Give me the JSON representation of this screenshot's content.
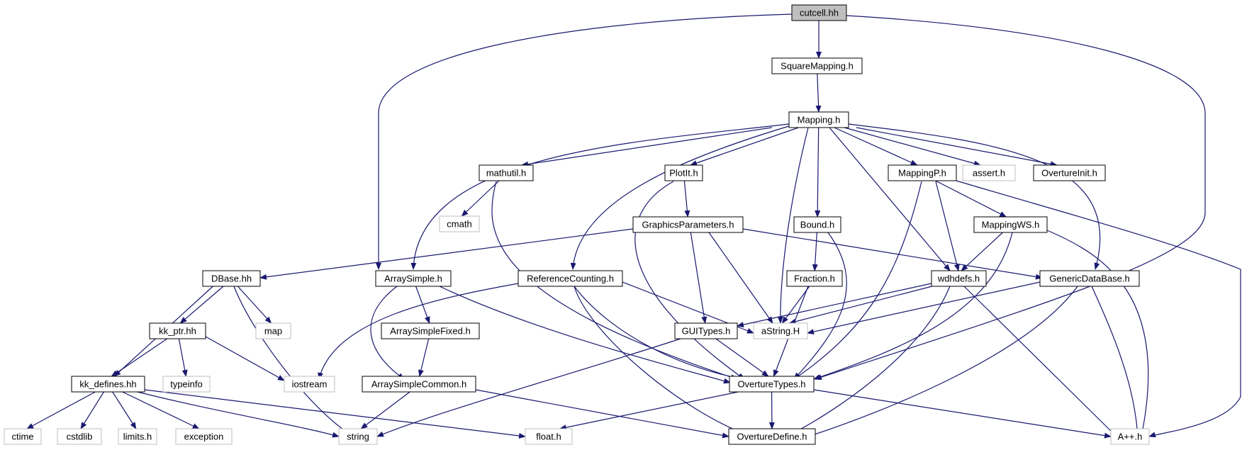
{
  "nodes": [
    {
      "id": "cutcell",
      "label": "cutcell.hh",
      "kind": "root"
    },
    {
      "id": "squaremapping",
      "label": "SquareMapping.h",
      "kind": "local"
    },
    {
      "id": "mapping",
      "label": "Mapping.h",
      "kind": "local"
    },
    {
      "id": "mathutil",
      "label": "mathutil.h",
      "kind": "local"
    },
    {
      "id": "plotit",
      "label": "PlotIt.h",
      "kind": "local"
    },
    {
      "id": "mappingp",
      "label": "MappingP.h",
      "kind": "local"
    },
    {
      "id": "assert",
      "label": "assert.h",
      "kind": "external"
    },
    {
      "id": "overtureinit",
      "label": "OvertureInit.h",
      "kind": "local"
    },
    {
      "id": "cmath",
      "label": "cmath",
      "kind": "external"
    },
    {
      "id": "graphicsparameters",
      "label": "GraphicsParameters.h",
      "kind": "local"
    },
    {
      "id": "bound",
      "label": "Bound.h",
      "kind": "local"
    },
    {
      "id": "mappingws",
      "label": "MappingWS.h",
      "kind": "local"
    },
    {
      "id": "dbase",
      "label": "DBase.hh",
      "kind": "local"
    },
    {
      "id": "arraysimple",
      "label": "ArraySimple.h",
      "kind": "local"
    },
    {
      "id": "referencecounting",
      "label": "ReferenceCounting.h",
      "kind": "local"
    },
    {
      "id": "fraction",
      "label": "Fraction.h",
      "kind": "local"
    },
    {
      "id": "wdhdefs",
      "label": "wdhdefs.h",
      "kind": "local"
    },
    {
      "id": "genericdatabase",
      "label": "GenericDataBase.h",
      "kind": "local"
    },
    {
      "id": "kkptr",
      "label": "kk_ptr.hh",
      "kind": "local"
    },
    {
      "id": "map",
      "label": "map",
      "kind": "external"
    },
    {
      "id": "arraysimplefixed",
      "label": "ArraySimpleFixed.h",
      "kind": "local"
    },
    {
      "id": "guitypes",
      "label": "GUITypes.h",
      "kind": "local"
    },
    {
      "id": "astring",
      "label": "aString.H",
      "kind": "external"
    },
    {
      "id": "kkdefines",
      "label": "kk_defines.hh",
      "kind": "local"
    },
    {
      "id": "typeinfo",
      "label": "typeinfo",
      "kind": "external"
    },
    {
      "id": "iostream",
      "label": "iostream",
      "kind": "external"
    },
    {
      "id": "arraysimplecommon",
      "label": "ArraySimpleCommon.h",
      "kind": "local"
    },
    {
      "id": "overturetypes",
      "label": "OvertureTypes.h",
      "kind": "local"
    },
    {
      "id": "ctime",
      "label": "ctime",
      "kind": "external"
    },
    {
      "id": "cstdlib",
      "label": "cstdlib",
      "kind": "external"
    },
    {
      "id": "limits",
      "label": "limits.h",
      "kind": "external"
    },
    {
      "id": "exception",
      "label": "exception",
      "kind": "external"
    },
    {
      "id": "string",
      "label": "string",
      "kind": "external"
    },
    {
      "id": "floath",
      "label": "float.h",
      "kind": "external"
    },
    {
      "id": "overturedefine",
      "label": "OvertureDefine.h",
      "kind": "local"
    },
    {
      "id": "app",
      "label": "A++.h",
      "kind": "external"
    }
  ],
  "edges": [
    [
      "cutcell",
      "squaremapping"
    ],
    [
      "cutcell",
      "arraysimple"
    ],
    [
      "cutcell",
      "overturetypes"
    ],
    [
      "squaremapping",
      "mapping"
    ],
    [
      "mapping",
      "arraysimple"
    ],
    [
      "mapping",
      "mathutil"
    ],
    [
      "mapping",
      "referencecounting"
    ],
    [
      "mapping",
      "plotit"
    ],
    [
      "mapping",
      "astring"
    ],
    [
      "mapping",
      "bound"
    ],
    [
      "mapping",
      "wdhdefs"
    ],
    [
      "mapping",
      "mappingp"
    ],
    [
      "mapping",
      "assert"
    ],
    [
      "mapping",
      "overtureinit"
    ],
    [
      "mapping",
      "genericdatabase"
    ],
    [
      "mathutil",
      "cmath"
    ],
    [
      "mathutil",
      "overturetypes"
    ],
    [
      "plotit",
      "graphicsparameters"
    ],
    [
      "plotit",
      "overturetypes"
    ],
    [
      "mappingp",
      "mappingws"
    ],
    [
      "mappingp",
      "wdhdefs"
    ],
    [
      "mappingp",
      "overturetypes"
    ],
    [
      "mappingp",
      "app"
    ],
    [
      "graphicsparameters",
      "dbase"
    ],
    [
      "graphicsparameters",
      "genericdatabase"
    ],
    [
      "graphicsparameters",
      "guitypes"
    ],
    [
      "graphicsparameters",
      "astring"
    ],
    [
      "bound",
      "fraction"
    ],
    [
      "bound",
      "overturetypes"
    ],
    [
      "mappingws",
      "wdhdefs"
    ],
    [
      "mappingws",
      "overturetypes"
    ],
    [
      "mappingws",
      "app"
    ],
    [
      "dbase",
      "kkptr"
    ],
    [
      "dbase",
      "map"
    ],
    [
      "dbase",
      "kkdefines"
    ],
    [
      "dbase",
      "string"
    ],
    [
      "arraysimple",
      "arraysimplefixed"
    ],
    [
      "arraysimple",
      "arraysimplecommon"
    ],
    [
      "arraysimple",
      "overturetypes"
    ],
    [
      "referencecounting",
      "iostream"
    ],
    [
      "referencecounting",
      "astring"
    ],
    [
      "referencecounting",
      "overturetypes"
    ],
    [
      "referencecounting",
      "overturedefine"
    ],
    [
      "fraction",
      "astring"
    ],
    [
      "fraction",
      "overturetypes"
    ],
    [
      "wdhdefs",
      "guitypes"
    ],
    [
      "wdhdefs",
      "astring"
    ],
    [
      "wdhdefs",
      "overturedefine"
    ],
    [
      "wdhdefs",
      "app"
    ],
    [
      "genericdatabase",
      "astring"
    ],
    [
      "genericdatabase",
      "overturedefine"
    ],
    [
      "genericdatabase",
      "app"
    ],
    [
      "kkptr",
      "kkdefines"
    ],
    [
      "kkptr",
      "typeinfo"
    ],
    [
      "kkptr",
      "iostream"
    ],
    [
      "arraysimplefixed",
      "arraysimplecommon"
    ],
    [
      "guitypes",
      "overturetypes"
    ],
    [
      "guitypes",
      "string"
    ],
    [
      "kkdefines",
      "ctime"
    ],
    [
      "kkdefines",
      "cstdlib"
    ],
    [
      "kkdefines",
      "limits"
    ],
    [
      "kkdefines",
      "exception"
    ],
    [
      "kkdefines",
      "string"
    ],
    [
      "kkdefines",
      "floath"
    ],
    [
      "arraysimplecommon",
      "string"
    ],
    [
      "arraysimplecommon",
      "overturedefine"
    ],
    [
      "overturetypes",
      "floath"
    ],
    [
      "overturetypes",
      "overturedefine"
    ],
    [
      "overturetypes",
      "app"
    ]
  ],
  "colors": {
    "edge": "#191970",
    "root_fill": "#bfbfbf",
    "local_border": "#000000",
    "external_border": "#bfbfbf"
  }
}
